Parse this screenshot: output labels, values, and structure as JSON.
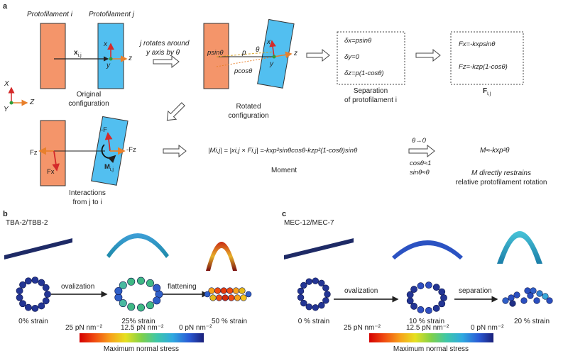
{
  "colors": {
    "protofil_i": "#f4956a",
    "protofil_j": "#52bff0",
    "arrow_red": "#d42a2a",
    "arrow_orange": "#e8802c",
    "arrow_green": "#2e9e3a",
    "bead_navy": "#1f2f86"
  },
  "panel_a": {
    "label": "a",
    "proto_i": "Protofilament i",
    "proto_j": "Protofilament j",
    "xij": "x",
    "xij_sub": "i,j",
    "axis_x": "x",
    "axis_y": "y",
    "axis_z": "z",
    "global_X": "X",
    "global_Y": "Y",
    "global_Z": "Z",
    "original_caption_1": "Original",
    "original_caption_2": "configuration",
    "rotate_label_1": "j rotates around",
    "rotate_label_2": "y axis by θ",
    "psin": "psinθ",
    "p": "p",
    "theta": "θ",
    "pcos": "pcosθ",
    "rotated_caption_1": "Rotated",
    "rotated_caption_2": "configuration",
    "sep_dx": "δx=psinθ",
    "sep_dy": "δy=0",
    "sep_dz": "δz=p(1-cosθ)",
    "sep_caption_1": "Separation",
    "sep_caption_2": "of protofilament i",
    "force_fx": "Fx=-kxpsinθ",
    "force_fz": "Fz=-kzp(1-cosθ)",
    "force_caption": "F",
    "force_caption_sub": "i,j",
    "int_Fz": "Fz",
    "int_Fx": "Fx",
    "int_negF": "-F",
    "int_negFz": "-Fz",
    "int_M": "M",
    "int_M_sub": "i,j",
    "interactions_caption_1": "Interactions",
    "interactions_caption_2": "from j to i",
    "moment_eq": "|Mi,j| = |xi,j × Fi,j| =-kxp²sinθcosθ-kzp²(1-cosθ)sinθ",
    "moment_caption": "Moment",
    "limit": "θ→0",
    "cos_approx": "cosθ≈1",
    "sin_approx": "sinθ≈θ",
    "m_result": "M≈-kxp²θ",
    "m_note_1": "M directly restrains",
    "m_note_2": "relative protofilament rotation"
  },
  "panel_b": {
    "label": "b",
    "title": "TBA-2/TBB-2",
    "step1": "ovalization",
    "step2": "flattening",
    "strain_0": "0% strain",
    "strain_1": "25% strain",
    "strain_2": "50 % strain",
    "scale_hi": "25 pN nm⁻²",
    "scale_mid": "12.5 pN nm⁻²",
    "scale_lo": "0 pN nm⁻²",
    "colorbar_caption": "Maximum normal stress"
  },
  "panel_c": {
    "label": "c",
    "title": "MEC-12/MEC-7",
    "step1": "ovalization",
    "step2": "separation",
    "strain_0": "0 % strain",
    "strain_1": "10 % strain",
    "strain_2": "20 % strain",
    "scale_hi": "25 pN nm⁻²",
    "scale_mid": "12.5 pN nm⁻²",
    "scale_lo": "0 pN nm⁻²",
    "colorbar_caption": "Maximum normal stress"
  }
}
